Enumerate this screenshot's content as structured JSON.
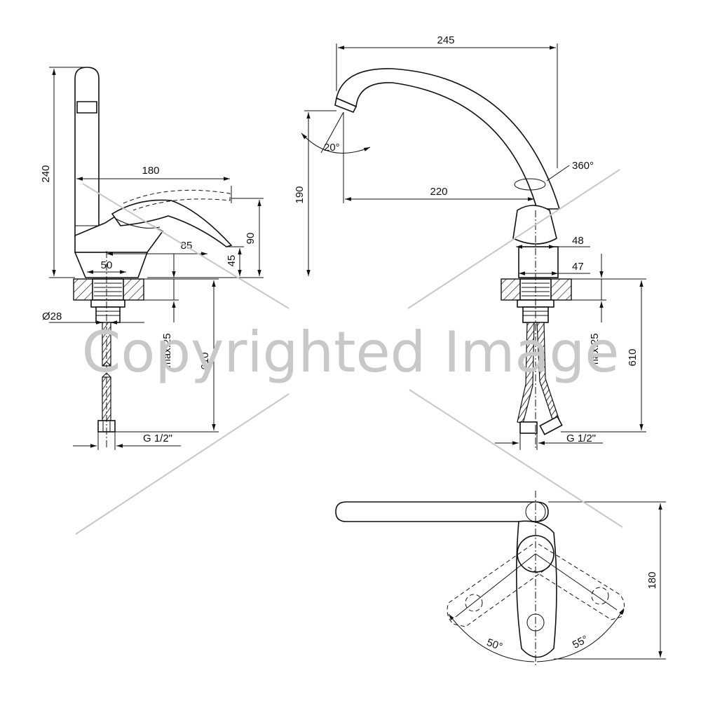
{
  "dimensions": {
    "side_height": "240",
    "lever_reach": "180",
    "lever_height": "90",
    "lever_offset": "85",
    "base_height": "45",
    "base_width": "50",
    "shank_diameter": "Ø28",
    "max_thickness_left": "max.25",
    "hose_length_left": "610",
    "thread_left": "G 1/2\"",
    "spout_reach": "245",
    "spout_angle": "20°",
    "spout_height": "190",
    "spout_projection": "220",
    "swivel": "360°",
    "body_width": "48",
    "base_width_front": "47",
    "max_thickness_right": "max.25",
    "hose_length_right": "610",
    "thread_right": "G 1/2\"",
    "top_depth": "180",
    "angle_left": "50°",
    "angle_right": "55°"
  },
  "watermark": {
    "text": "Copyrighted Image",
    "color": "#c8c8c8"
  },
  "colors": {
    "line": "#111111",
    "background": "#ffffff"
  }
}
